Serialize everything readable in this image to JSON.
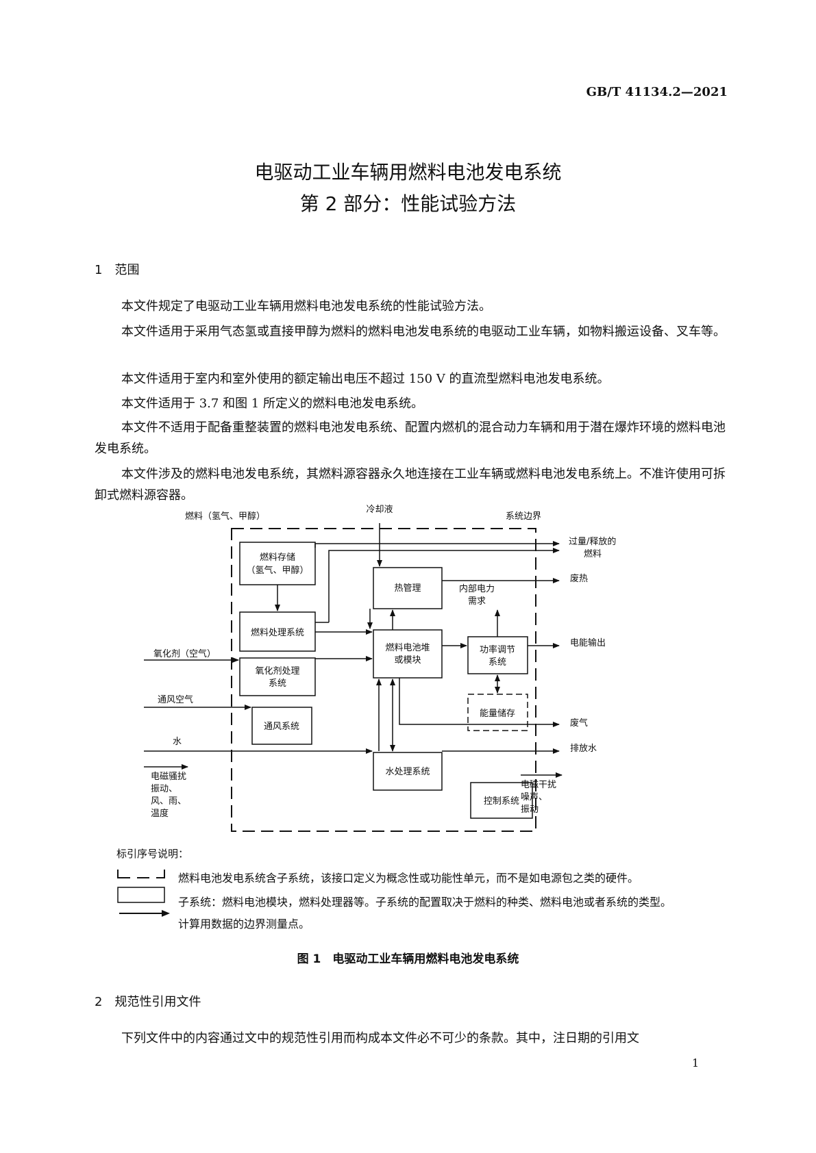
{
  "header": {
    "std_number": "GB/T 41134.2—2021"
  },
  "title": {
    "line1": "电驱动工业车辆用燃料电池发电系统",
    "line2": "第 2 部分：性能试验方法"
  },
  "section1": {
    "heading": "1　范围",
    "paragraphs": [
      "本文件规定了电驱动工业车辆用燃料电池发电系统的性能试验方法。",
      "本文件适用于采用气态氢或直接甲醇为燃料的燃料电池发电系统的电驱动工业车辆，如物料搬运设备、叉车等。",
      "本文件适用于室内和室外使用的额定输出电压不超过 150 V 的直流型燃料电池发电系统。",
      "本文件适用于 3.7 和图 1 所定义的燃料电池发电系统。",
      "本文件不适用于配备重整装置的燃料电池发电系统、配置内燃机的混合动力车辆和用于潜在爆炸环境的燃料电池发电系统。",
      "本文件涉及的燃料电池发电系统，其燃料源容器永久地连接在工业车辆或燃料电池发电系统上。不准许使用可拆卸式燃料源容器。"
    ]
  },
  "diagram": {
    "fuel_in": "燃料（氢气、甲醇）",
    "coolant": "冷却液",
    "boundary": "系统边界",
    "fuel_storage_1": "燃料存储",
    "fuel_storage_2": "（氢气、甲醇）",
    "thermal": "热管理",
    "fuel_processing": "燃料处理系统",
    "stack_1": "燃料电池堆",
    "stack_2": "或模块",
    "power_cond_1": "功率调节",
    "power_cond_2": "系统",
    "oxidant_proc_1": "氧化剂处理",
    "oxidant_proc_2": "系统",
    "ventilation": "通风系统",
    "energy_storage": "能量储存",
    "water_treatment": "水处理系统",
    "control": "控制系统",
    "internal_power_1": "内部电力",
    "internal_power_2": "需求",
    "excess_fuel_1": "过量/释放的",
    "excess_fuel_2": "燃料",
    "waste_heat": "废热",
    "power_out": "电能输出",
    "oxidant_in": "氧化剂（空气）",
    "vent_air": "通风空气",
    "exhaust": "废气",
    "water_in": "水",
    "water_out": "排放水",
    "emi_in_1": "电磁骚扰",
    "emi_in_2": "振动、",
    "emi_in_3": "风、雨、",
    "emi_in_4": "温度",
    "emi_out_1": "电磁干扰",
    "emi_out_2": "噪声、",
    "emi_out_3": "振动"
  },
  "legend": {
    "label": "标引序号说明：",
    "dashed": "燃料电池发电系统含子系统，该接口定义为概念性或功能性单元，而不是如电源包之类的硬件。",
    "solid": "子系统：燃料电池模块，燃料处理器等。子系统的配置取决于燃料的种类、燃料电池或者系统的类型。",
    "arrow": "计算用数据的边界测量点。"
  },
  "figure_caption": "图 1　电驱动工业车辆用燃料电池发电系统",
  "section2": {
    "heading": "2　规范性引用文件",
    "paragraph": "下列文件中的内容通过文中的规范性引用而构成本文件必不可少的条款。其中，注日期的引用文"
  },
  "page_number": "1"
}
